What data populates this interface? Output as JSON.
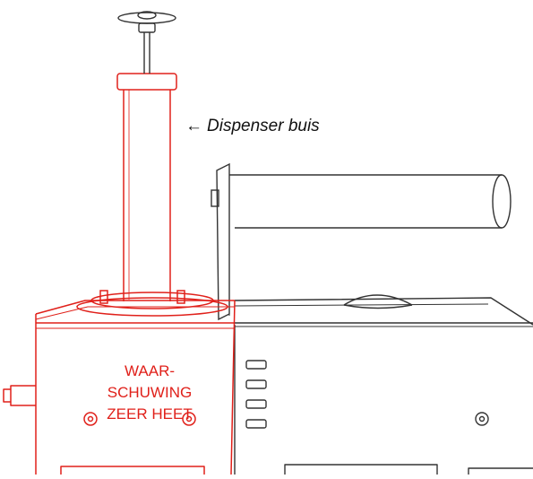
{
  "label": {
    "arrow": "←",
    "text": "Dispenser buis"
  },
  "warning": {
    "lines": [
      "WAAR-",
      "SCHUWING",
      "ZEER HEET"
    ]
  },
  "colors": {
    "outline": "#333333",
    "warning_red": "#e0201a"
  },
  "icons": [
    "dispenser-tube",
    "plunger-knob",
    "side-roll-holder",
    "vent-slots"
  ]
}
